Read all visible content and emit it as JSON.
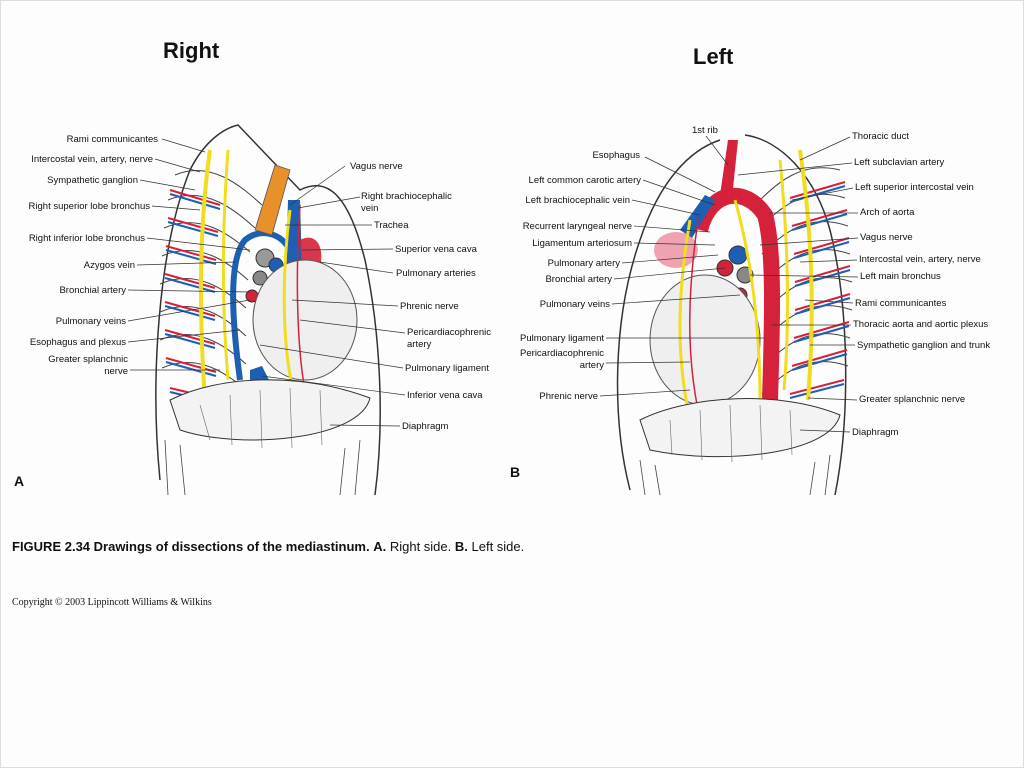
{
  "headings": {
    "right": "Right",
    "left": "Left"
  },
  "panel_a": {
    "letter": "A",
    "left_labels": [
      "Rami communicantes",
      "Intercostal vein, artery, nerve",
      "Sympathetic ganglion",
      "Right superior lobe bronchus",
      "Right inferior lobe bronchus",
      "Azygos vein",
      "Bronchial artery",
      "Pulmonary veins",
      "Esophagus and plexus",
      "Greater splanchnic",
      "nerve"
    ],
    "right_labels": [
      "Vagus nerve",
      "Right brachiocephalic",
      "vein",
      "Trachea",
      "Superior vena cava",
      "Pulmonary arteries",
      "Phrenic nerve",
      "Pericardiacophrenic",
      "artery",
      "Pulmonary ligament",
      "Inferior vena cava",
      "Diaphragm"
    ]
  },
  "panel_b": {
    "letter": "B",
    "top_label": "1st rib",
    "left_labels": [
      "Esophagus",
      "Left common carotic artery",
      "Left brachiocephalic vein",
      "Recurrent laryngeal nerve",
      "Ligamentum arteriosum",
      "Pulmonary artery",
      "Bronchial artery",
      "Pulmonary veins",
      "Pulmonary ligament",
      "Pericardiacophrenic",
      "artery",
      "Phrenic nerve"
    ],
    "right_labels": [
      "Thoracic duct",
      "Left subclavian artery",
      "Left superior intercostal vein",
      "Arch of aorta",
      "Vagus nerve",
      "Intercostal vein, artery, nerve",
      "Left main bronchus",
      "Rami communicantes",
      "Thoracic aorta and aortic plexus",
      "Sympathetic ganglion and trunk",
      "Greater splanchnic nerve",
      "Diaphragm"
    ]
  },
  "caption": {
    "figure": "FIGURE 2.34 Drawings of dissections of the mediastinum.",
    "a_letter": "A.",
    "a_text": "Right side.",
    "b_letter": "B.",
    "b_text": "Left side."
  },
  "copyright": "Copyright © 2003 Lippincott Williams & Wilkins",
  "colors": {
    "vein": "#1d5fb3",
    "artery": "#d5213a",
    "nerve": "#f2dc1e",
    "trachea": "#e8902a"
  }
}
